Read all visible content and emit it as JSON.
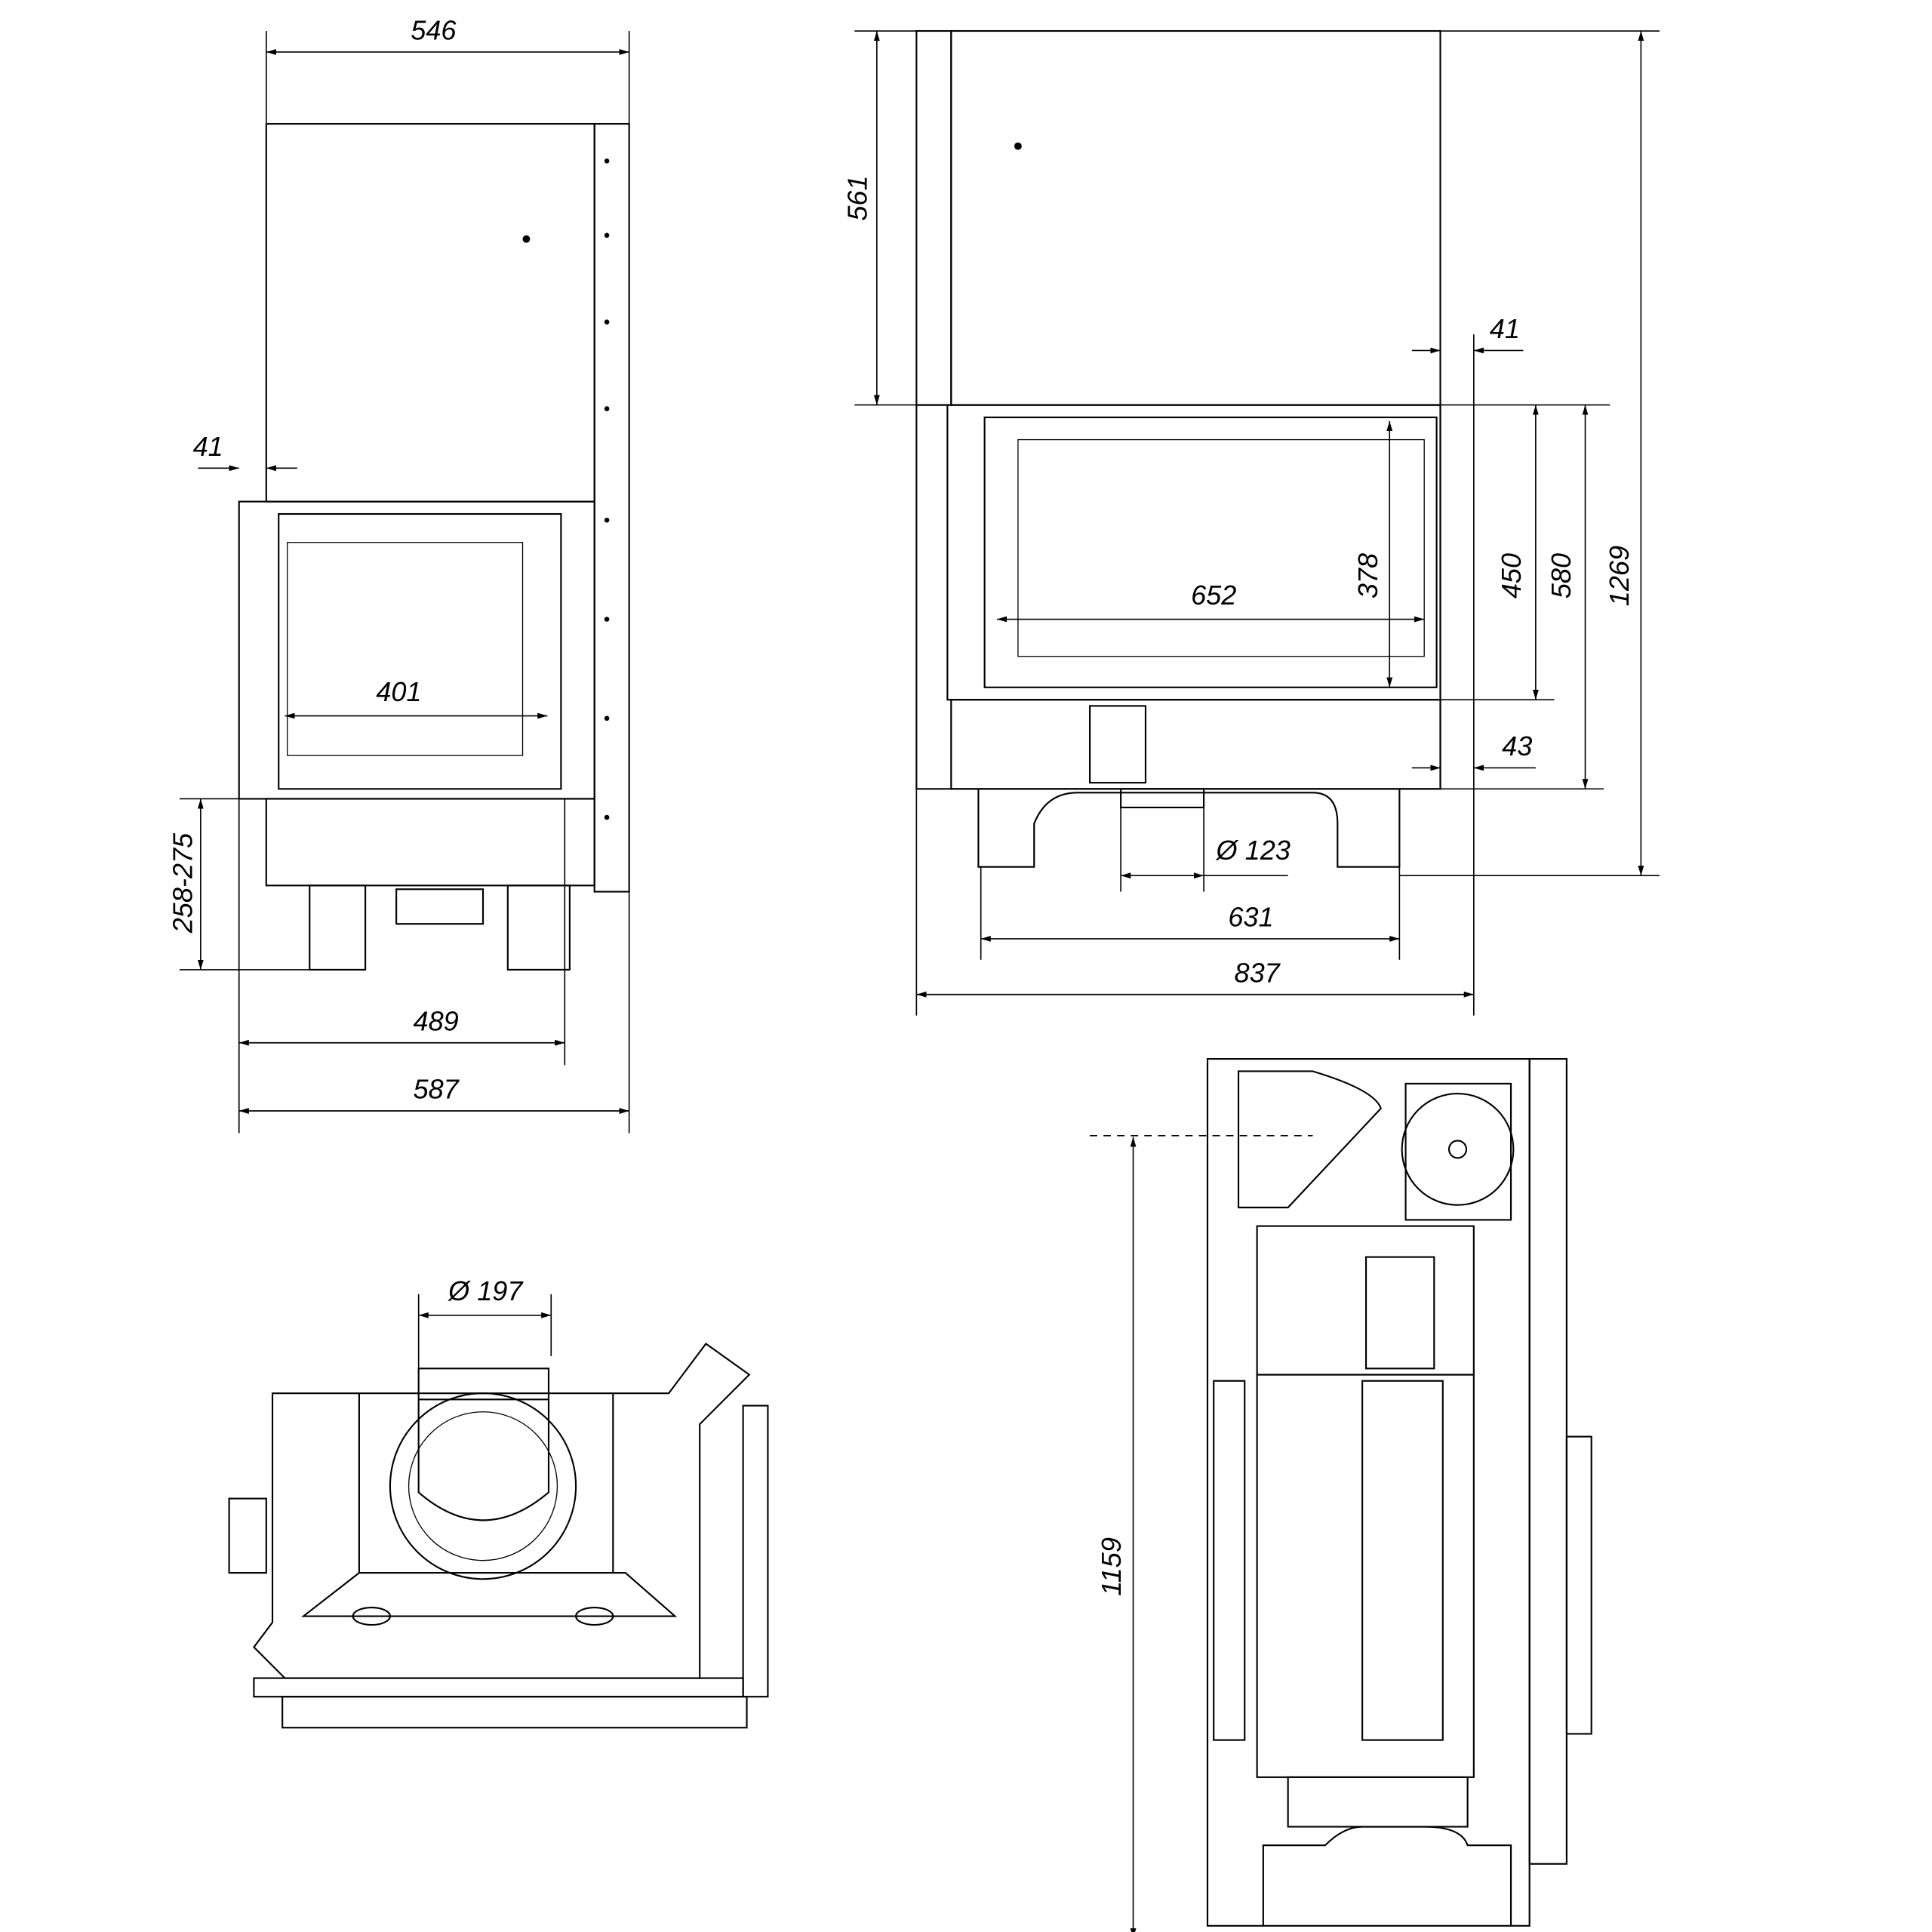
{
  "front_left_view": {
    "dims": {
      "top_width": "546",
      "side_offset": "41",
      "glass_width": "401",
      "base_height": "258-275",
      "body_width": "489",
      "overall_width": "587"
    }
  },
  "front_right_view": {
    "dims": {
      "upper_height": "561",
      "side_offset": "41",
      "glass_width": "652",
      "glass_height": "378",
      "door_height": "450",
      "firebox_height": "580",
      "overall_height": "1269",
      "base_offset": "43",
      "flue_diameter": "Ø 123",
      "legs_width": "631",
      "overall_width": "837"
    }
  },
  "top_view": {
    "dims": {
      "flue_diameter": "Ø 197"
    }
  },
  "side_view": {
    "dims": {
      "flue_center_height": "1159"
    }
  }
}
